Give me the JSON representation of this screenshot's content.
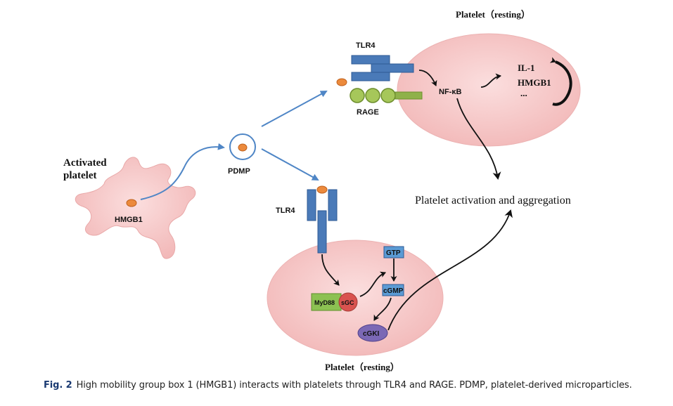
{
  "labels": {
    "activated_platelet_line1": "Activated",
    "activated_platelet_line2": "platelet",
    "hmgb1": "HMGB1",
    "pdmp": "PDMP",
    "platelet_resting_top": "Platelet（resting）",
    "platelet_resting_bottom": "Platelet（resting）",
    "tlr4_top": "TLR4",
    "rage": "RAGE",
    "nfkb": "NF-κB",
    "il1": "IL-1",
    "hmgb1_product": "HMGB1",
    "ellipsis": "...",
    "tlr4_bottom": "TLR4",
    "gtp": "GTP",
    "cgmp": "cGMP",
    "myd88": "MyD88",
    "sgc": "sGC",
    "cgki": "cGKI",
    "activation": "Platelet  activation and aggregation"
  },
  "caption": {
    "fig_label": "Fig. 2",
    "text": "High mobility group box 1 (HMGB1) interacts with platelets through TLR4 and RAGE. PDMP, platelet-derived microparticles."
  },
  "colors": {
    "platelet_fill": "#f7c9c9",
    "receptor_blue": "#4a7ab8",
    "rage_green": "#8fb14a",
    "ligand_orange": "#ec8a3c",
    "arrow_blue": "#4f86c6",
    "myd88_green": "#8cc152",
    "sgc_red": "#d9534f",
    "cgki_purple": "#7b68b5"
  }
}
